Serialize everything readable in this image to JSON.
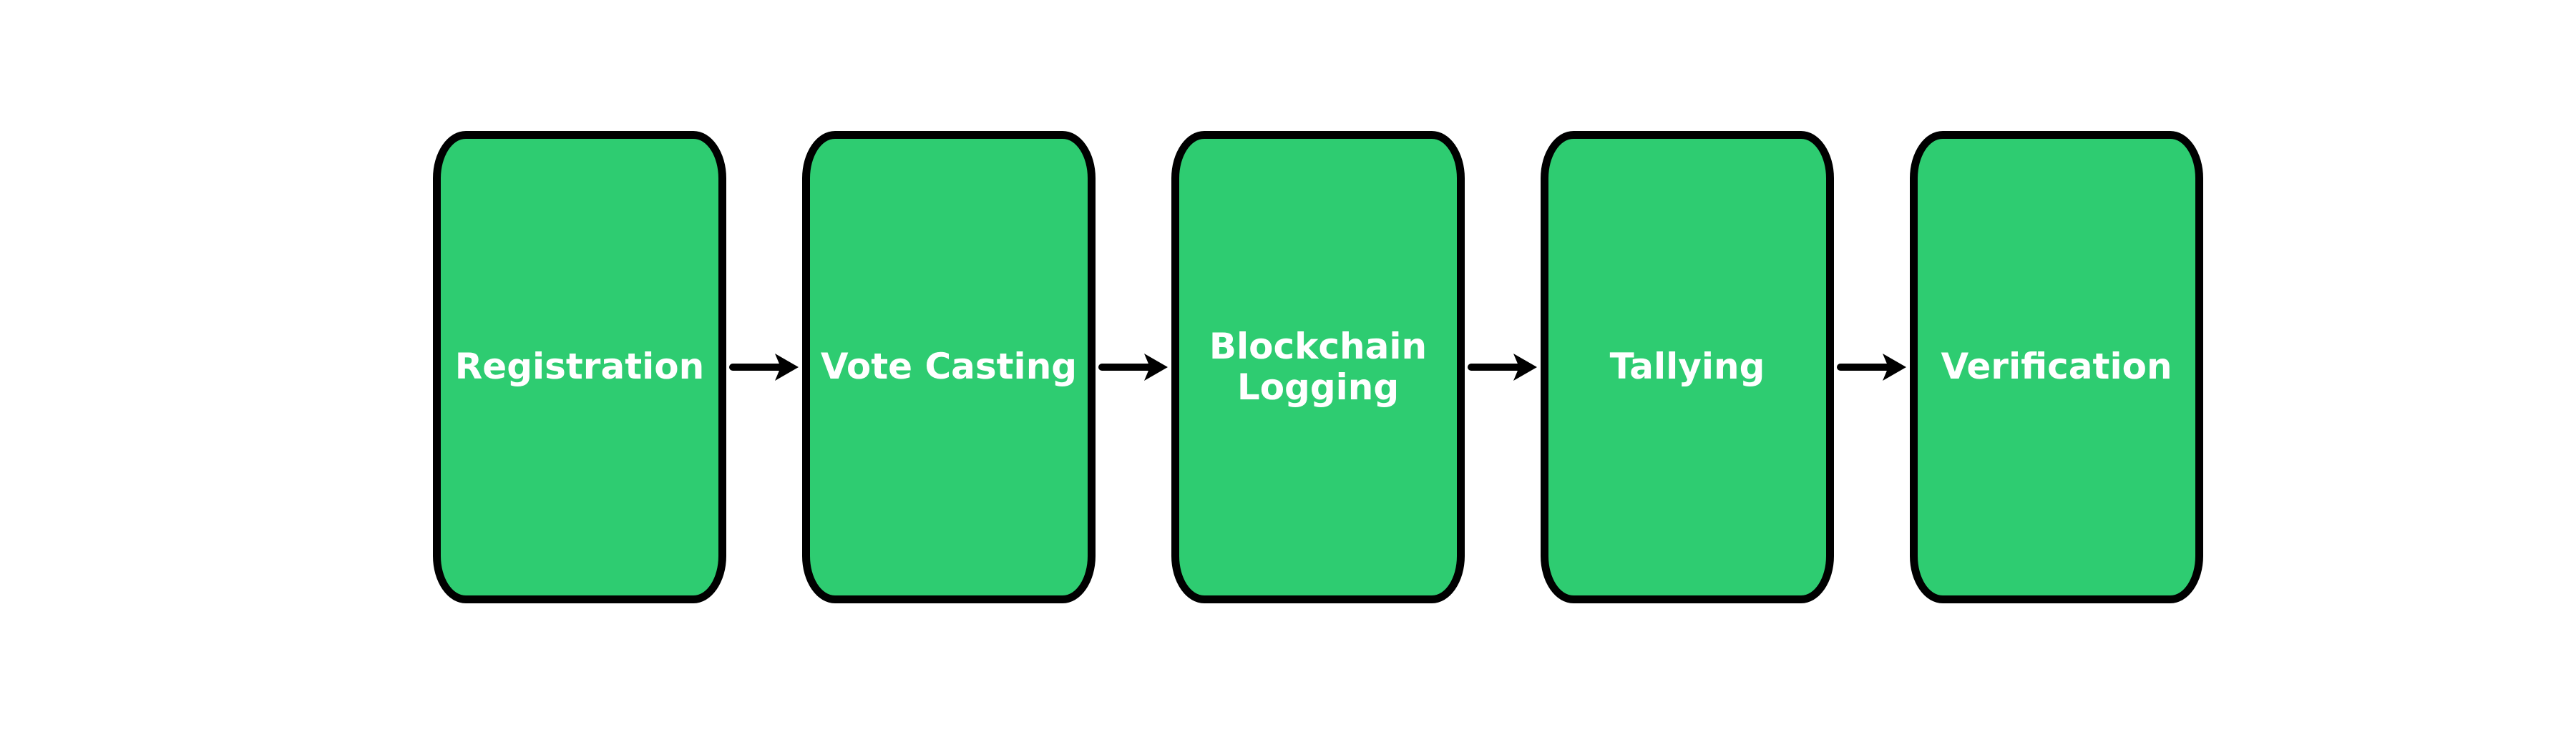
{
  "diagram": {
    "title": "",
    "type": "flowchart-horizontal",
    "colors": {
      "background": "#ffffff",
      "node_fill": "#2ecc71",
      "node_border": "#000000",
      "node_text": "#ffffff",
      "arrow": "#000000"
    },
    "steps": [
      {
        "label": "Registration"
      },
      {
        "label": "Vote Casting"
      },
      {
        "label": "Blockchain Logging"
      },
      {
        "label": "Tallying"
      },
      {
        "label": "Verification"
      }
    ]
  }
}
